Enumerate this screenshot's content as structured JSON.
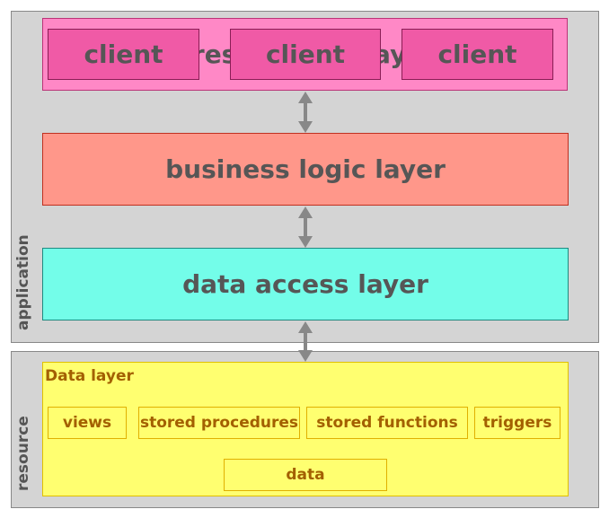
{
  "panels": {
    "application_label": "application",
    "resource_label": "resource"
  },
  "presentation": {
    "background_text": "presentation layer",
    "clients": [
      "client",
      "client",
      "client"
    ]
  },
  "business": {
    "label": "business logic layer"
  },
  "data_access": {
    "label": "data access layer"
  },
  "data_layer": {
    "title": "Data layer",
    "components": [
      "views",
      "stored procedures",
      "stored functions",
      "triggers"
    ],
    "data_label": "data"
  },
  "colors": {
    "panel_bg": "#d4d4d4",
    "presentation_bg": "#ff88c6",
    "client_bg": "#f05aa6",
    "business_bg": "#ff978a",
    "data_access_bg": "#73fde9",
    "data_layer_bg": "#ffff70",
    "data_layer_text": "#a36000",
    "layer_text": "#565656",
    "arrow": "#888888"
  },
  "icons": [
    "double-arrow-icon"
  ]
}
